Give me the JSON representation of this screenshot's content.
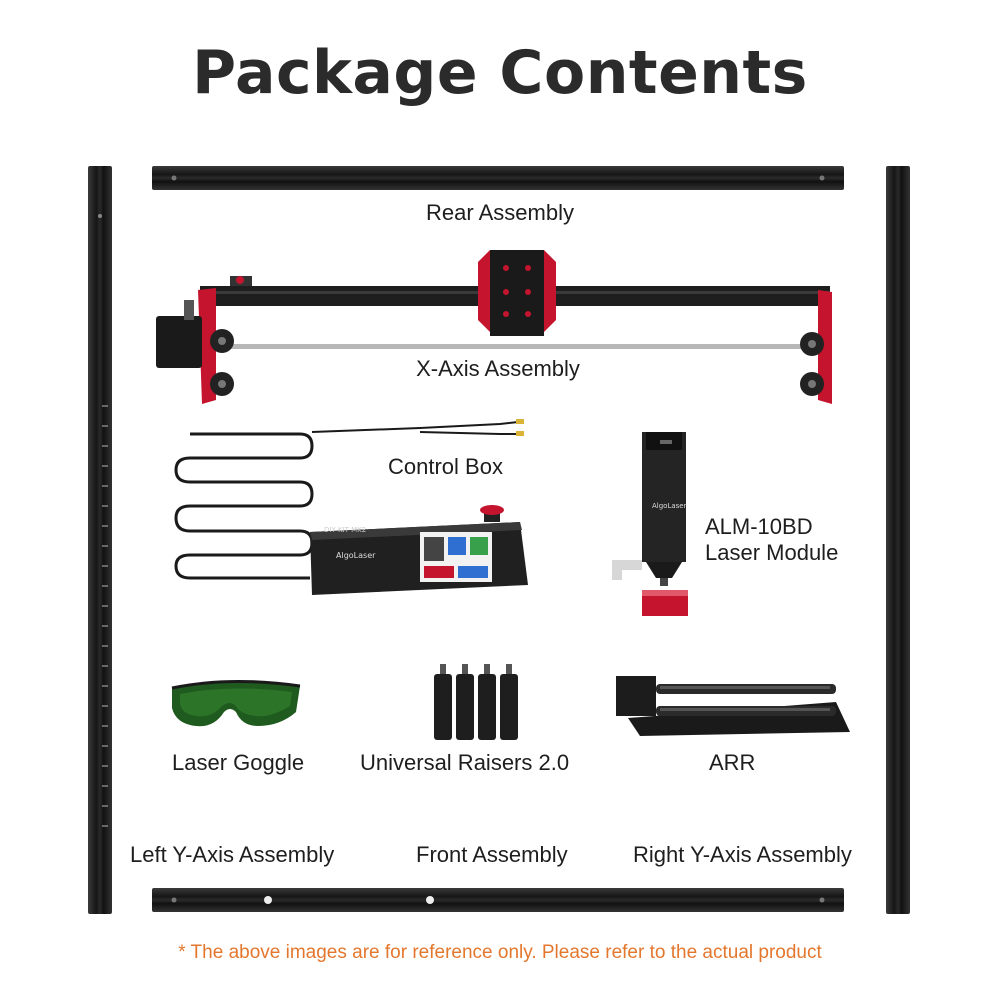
{
  "title": "Package Contents",
  "items": {
    "rear_assembly": "Rear Assembly",
    "x_axis_assembly": "X-Axis Assembly",
    "control_box": "Control Box",
    "laser_module_line1": "ALM-10BD",
    "laser_module_line2": "Laser Module",
    "laser_goggle": "Laser Goggle",
    "universal_raisers": "Universal Raisers 2.0",
    "arr": "ARR",
    "left_y_axis": "Left Y-Axis Assembly",
    "front_assembly": "Front Assembly",
    "right_y_axis": "Right Y-Axis Assembly"
  },
  "device_markings": {
    "brand": "AlgoLaser",
    "kit": "DIY KIT MK2"
  },
  "note": "* The above images are for reference only. Please refer to the actual product",
  "colors": {
    "accent_red": "#c4142e",
    "note_orange": "#e4772e",
    "rail_black": "#1c1c1c"
  },
  "icons": [
    "left-y-rail",
    "right-y-rail",
    "rear-rail",
    "front-rail",
    "x-axis-gantry",
    "control-box-image",
    "laser-module-image",
    "goggle-image",
    "raisers-image",
    "rotary-image"
  ]
}
